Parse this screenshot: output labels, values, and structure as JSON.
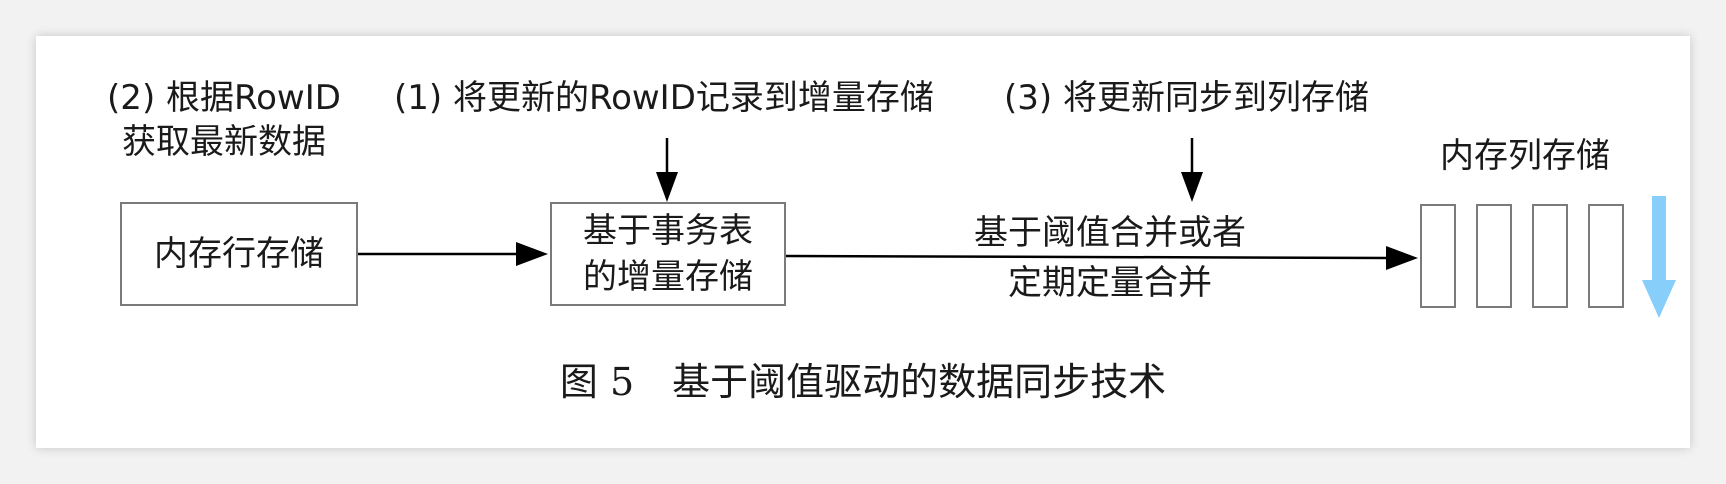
{
  "figure": {
    "step2_line1": "(2) 根据RowID",
    "step2_line2": "获取最新数据",
    "step1_label": "(1) 将更新的RowID记录到增量存储",
    "step3_label": "(3) 将更新同步到列存储",
    "column_store_label": "内存列存储",
    "row_store_box": "内存行存储",
    "delta_box_line1": "基于事务表",
    "delta_box_line2": "的增量存储",
    "merge_line1": "基于阈值合并或者",
    "merge_line2": "定期定量合并",
    "caption": "图 5　基于阈值驱动的数据同步技术",
    "colors": {
      "box_border": "#7a7a7a",
      "arrow": "#000000",
      "column_arrow": "#87cefa"
    },
    "icons": [
      "arrow-right-icon",
      "arrow-down-icon",
      "column-direction-arrow-icon"
    ]
  }
}
